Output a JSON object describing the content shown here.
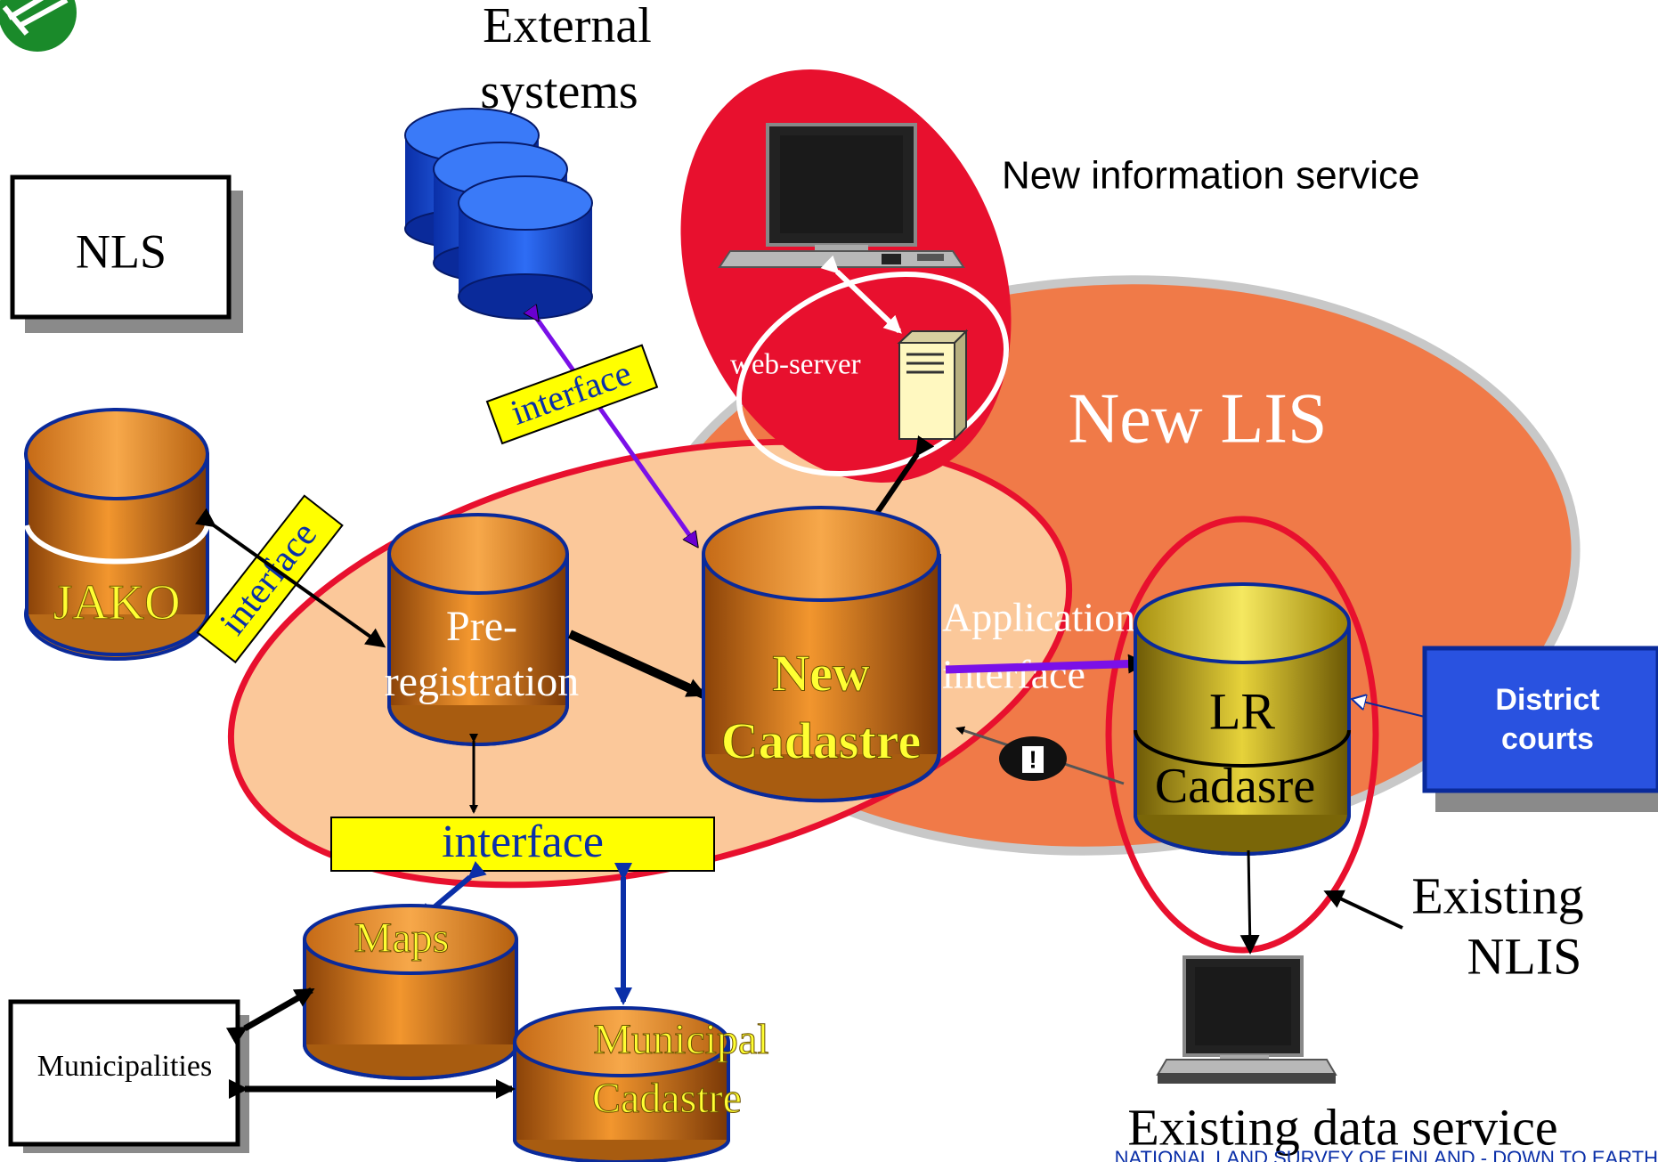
{
  "labels": {
    "external_systems_line1": "External",
    "external_systems_line2": "systems",
    "new_information_service": "New information service",
    "nls": "NLS",
    "web_server": "web-server",
    "new_lis": "New LIS",
    "jako": "JAKO",
    "interface_top": "interface",
    "interface_left": "interface",
    "interface_bottom": "interface",
    "pre_registration_line1": "Pre-",
    "pre_registration_line2": "registration",
    "new_cadastre_line1": "New",
    "new_cadastre_line2": "Cadastre",
    "application_interface_line1": "Application",
    "application_interface_line2": "interface",
    "lr": "LR",
    "cadasre": "Cadasre",
    "district_courts_line1": "District",
    "district_courts_line2": "courts",
    "existing_nlis_line1": "Existing",
    "existing_nlis_line2": "NLIS",
    "maps": "Maps",
    "municipal_cadastre_line1": "Municipal",
    "municipal_cadastre_line2": "Cadastre",
    "municipalities": "Municipalities",
    "existing_data_service": "Existing data service",
    "footer": "NATIONAL LAND SURVEY OF FINLAND - DOWN TO EARTH",
    "warning_glyph": "!"
  },
  "colors": {
    "new_lis_fill": "#f07a48",
    "pre_area_fill": "#fbc89a",
    "info_service_fill": "#e8102e",
    "red_outline": "#e8102e",
    "interface_yellow": "#ffff00",
    "label_yellow": "#ffff33",
    "db_blue": "#1a4fd8",
    "db_orange": "#e07d20",
    "db_gold": "#c8b020",
    "district_courts_blue": "#2952e0"
  }
}
